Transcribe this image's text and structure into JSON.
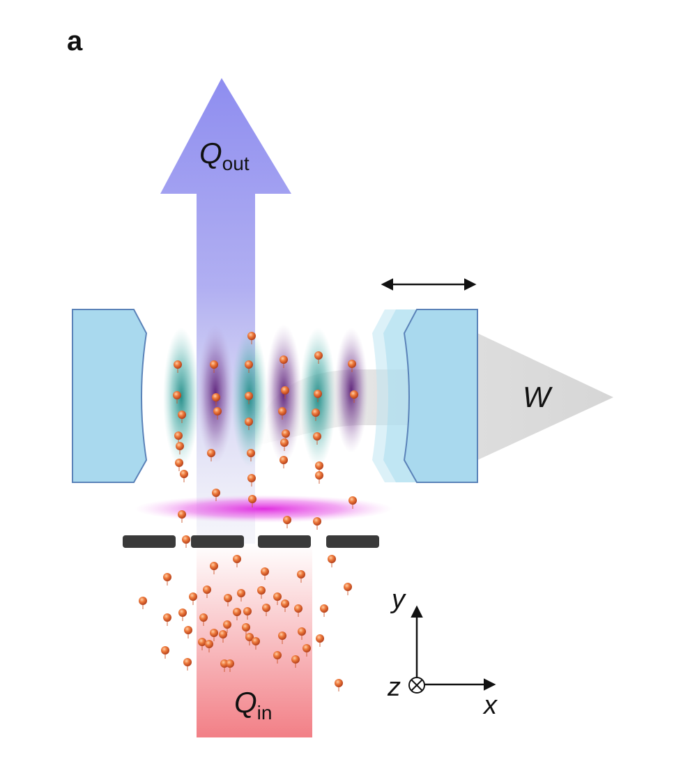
{
  "panel_label": "a",
  "labels": {
    "q_out": {
      "symbol": "Q",
      "subscript": "out"
    },
    "q_in": {
      "symbol": "Q",
      "subscript": "in"
    },
    "work": "W"
  },
  "axes": {
    "x": "x",
    "y": "y",
    "z": "z"
  },
  "colors": {
    "hot_beam": "#f27f86",
    "cold_beam": "#8e8df0",
    "cavity_mirror": "#a9d9ee",
    "mirror_edge": "#5a82b8",
    "work_arrow": "#d6d6d6",
    "pump_beam": "#e02de0",
    "atom": "#e8622a",
    "antinode_teal": "#1f8a86",
    "antinode_purple": "#5b1f78",
    "aperture": "#3a3a3a"
  }
}
